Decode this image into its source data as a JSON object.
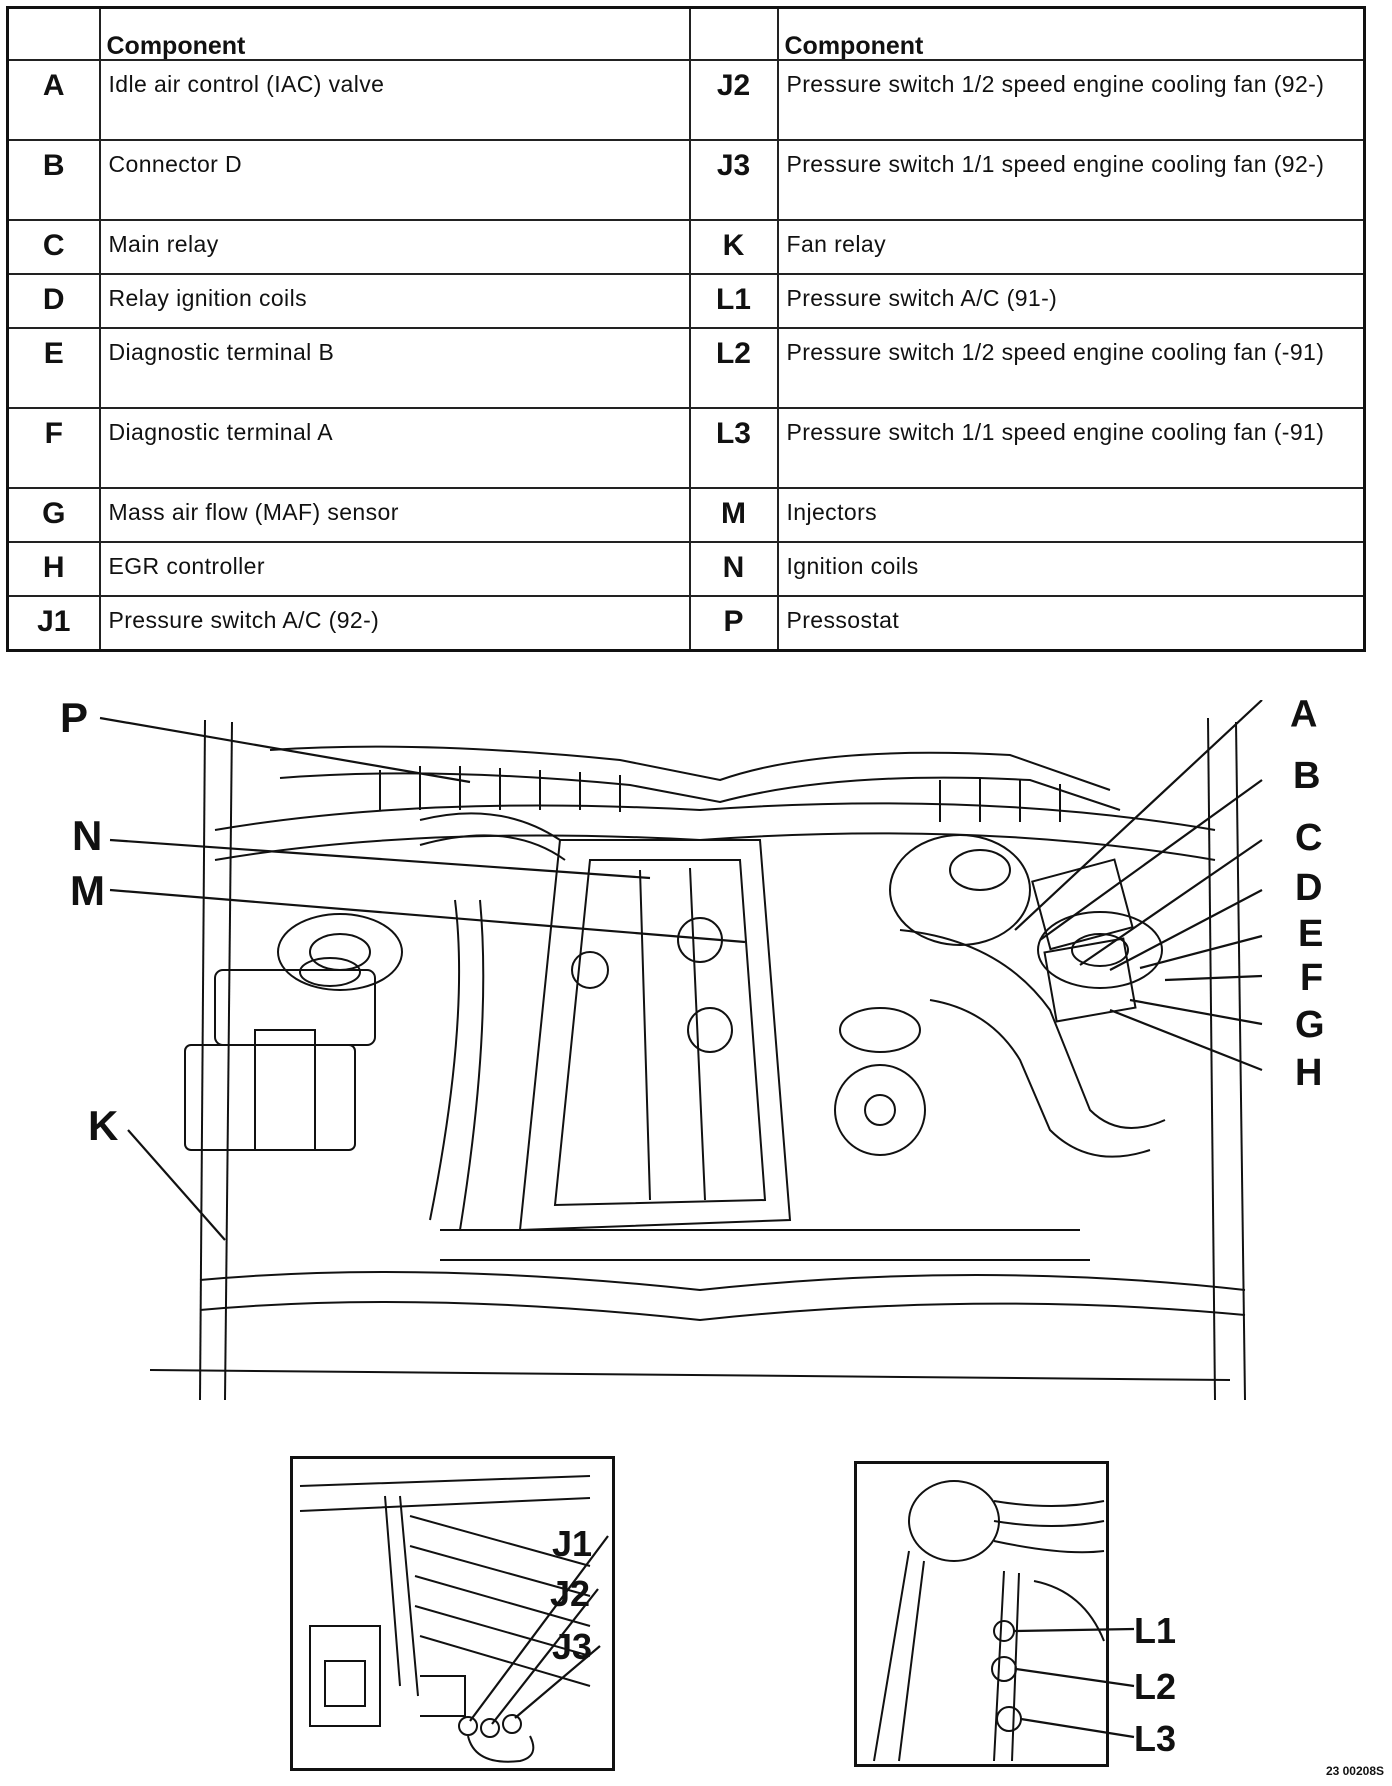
{
  "table": {
    "header": "Component",
    "rows": [
      {
        "left": {
          "code": "A",
          "text": "Idle air control (IAC) valve"
        },
        "right": {
          "code": "J2",
          "text": "Pressure switch 1/2 speed engine cooling fan (92-)"
        },
        "tall": true
      },
      {
        "left": {
          "code": "B",
          "text": "Connector D"
        },
        "right": {
          "code": "J3",
          "text": "Pressure switch 1/1 speed engine cooling fan (92-)"
        },
        "tall": true
      },
      {
        "left": {
          "code": "C",
          "text": "Main relay"
        },
        "right": {
          "code": "K",
          "text": "Fan relay"
        },
        "tall": false
      },
      {
        "left": {
          "code": "D",
          "text": "Relay ignition coils"
        },
        "right": {
          "code": "L1",
          "text": "Pressure switch A/C (91-)"
        },
        "tall": false
      },
      {
        "left": {
          "code": "E",
          "text": "Diagnostic terminal B"
        },
        "right": {
          "code": "L2",
          "text": "Pressure switch 1/2 speed engine cooling fan (-91)"
        },
        "tall": true
      },
      {
        "left": {
          "code": "F",
          "text": "Diagnostic terminal A"
        },
        "right": {
          "code": "L3",
          "text": "Pressure switch 1/1 speed engine cooling fan (-91)"
        },
        "tall": true
      },
      {
        "left": {
          "code": "G",
          "text": "Mass air flow (MAF) sensor"
        },
        "right": {
          "code": "M",
          "text": "Injectors"
        },
        "tall": false
      },
      {
        "left": {
          "code": "H",
          "text": "EGR controller"
        },
        "right": {
          "code": "N",
          "text": "Ignition coils"
        },
        "tall": false
      },
      {
        "left": {
          "code": "J1",
          "text": "Pressure switch A/C (92-)"
        },
        "right": {
          "code": "P",
          "text": "Pressostat"
        },
        "tall": false
      }
    ]
  },
  "engine_labels": {
    "P": "P",
    "N": "N",
    "M": "M",
    "K": "K",
    "A": "A",
    "B": "B",
    "C": "C",
    "D": "D",
    "E": "E",
    "F": "F",
    "G": "G",
    "H": "H"
  },
  "detail_left": {
    "J1": "J1",
    "J2": "J2",
    "J3": "J3"
  },
  "detail_right": {
    "L1": "L1",
    "L2": "L2",
    "L3": "L3"
  },
  "figure_ref": "23 00208S"
}
